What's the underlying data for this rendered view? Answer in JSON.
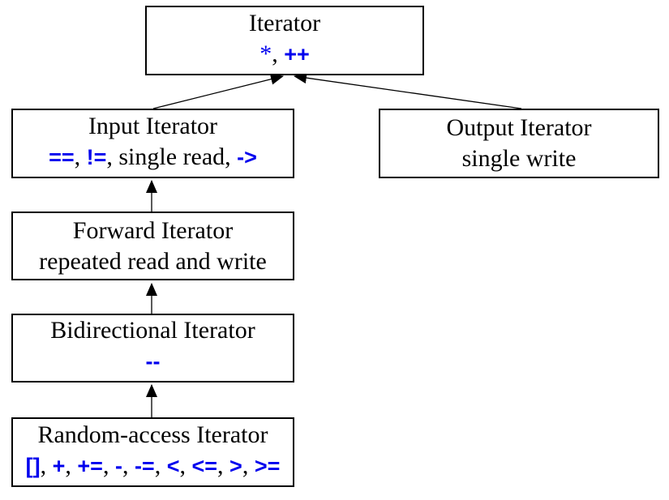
{
  "colors": {
    "operator_blue": "#0000ee",
    "text": "#000000",
    "border": "#000000",
    "background": "#ffffff"
  },
  "nodes": {
    "iterator": {
      "title": "Iterator",
      "ops": [
        "*",
        ", ",
        "++"
      ]
    },
    "input_iterator": {
      "title": "Input Iterator",
      "ops": [
        "==",
        ", ",
        "!=",
        ", single read, ",
        "->"
      ]
    },
    "output_iterator": {
      "title": "Output Iterator",
      "description": "single write"
    },
    "forward_iterator": {
      "title": "Forward Iterator",
      "description": "repeated read and write"
    },
    "bidirectional_iterator": {
      "title": "Bidirectional Iterator",
      "ops": [
        "--"
      ]
    },
    "random_access_iterator": {
      "title": "Random-access Iterator",
      "ops": [
        "[]",
        ", ",
        "+",
        ", ",
        "+=",
        ", ",
        "-",
        ", ",
        "-=",
        ", ",
        "<",
        ", ",
        "<=",
        ", ",
        ">",
        ", ",
        ">="
      ]
    }
  },
  "edges": [
    {
      "from": "input_iterator",
      "to": "iterator"
    },
    {
      "from": "output_iterator",
      "to": "iterator"
    },
    {
      "from": "forward_iterator",
      "to": "input_iterator"
    },
    {
      "from": "bidirectional_iterator",
      "to": "forward_iterator"
    },
    {
      "from": "random_access_iterator",
      "to": "bidirectional_iterator"
    }
  ]
}
